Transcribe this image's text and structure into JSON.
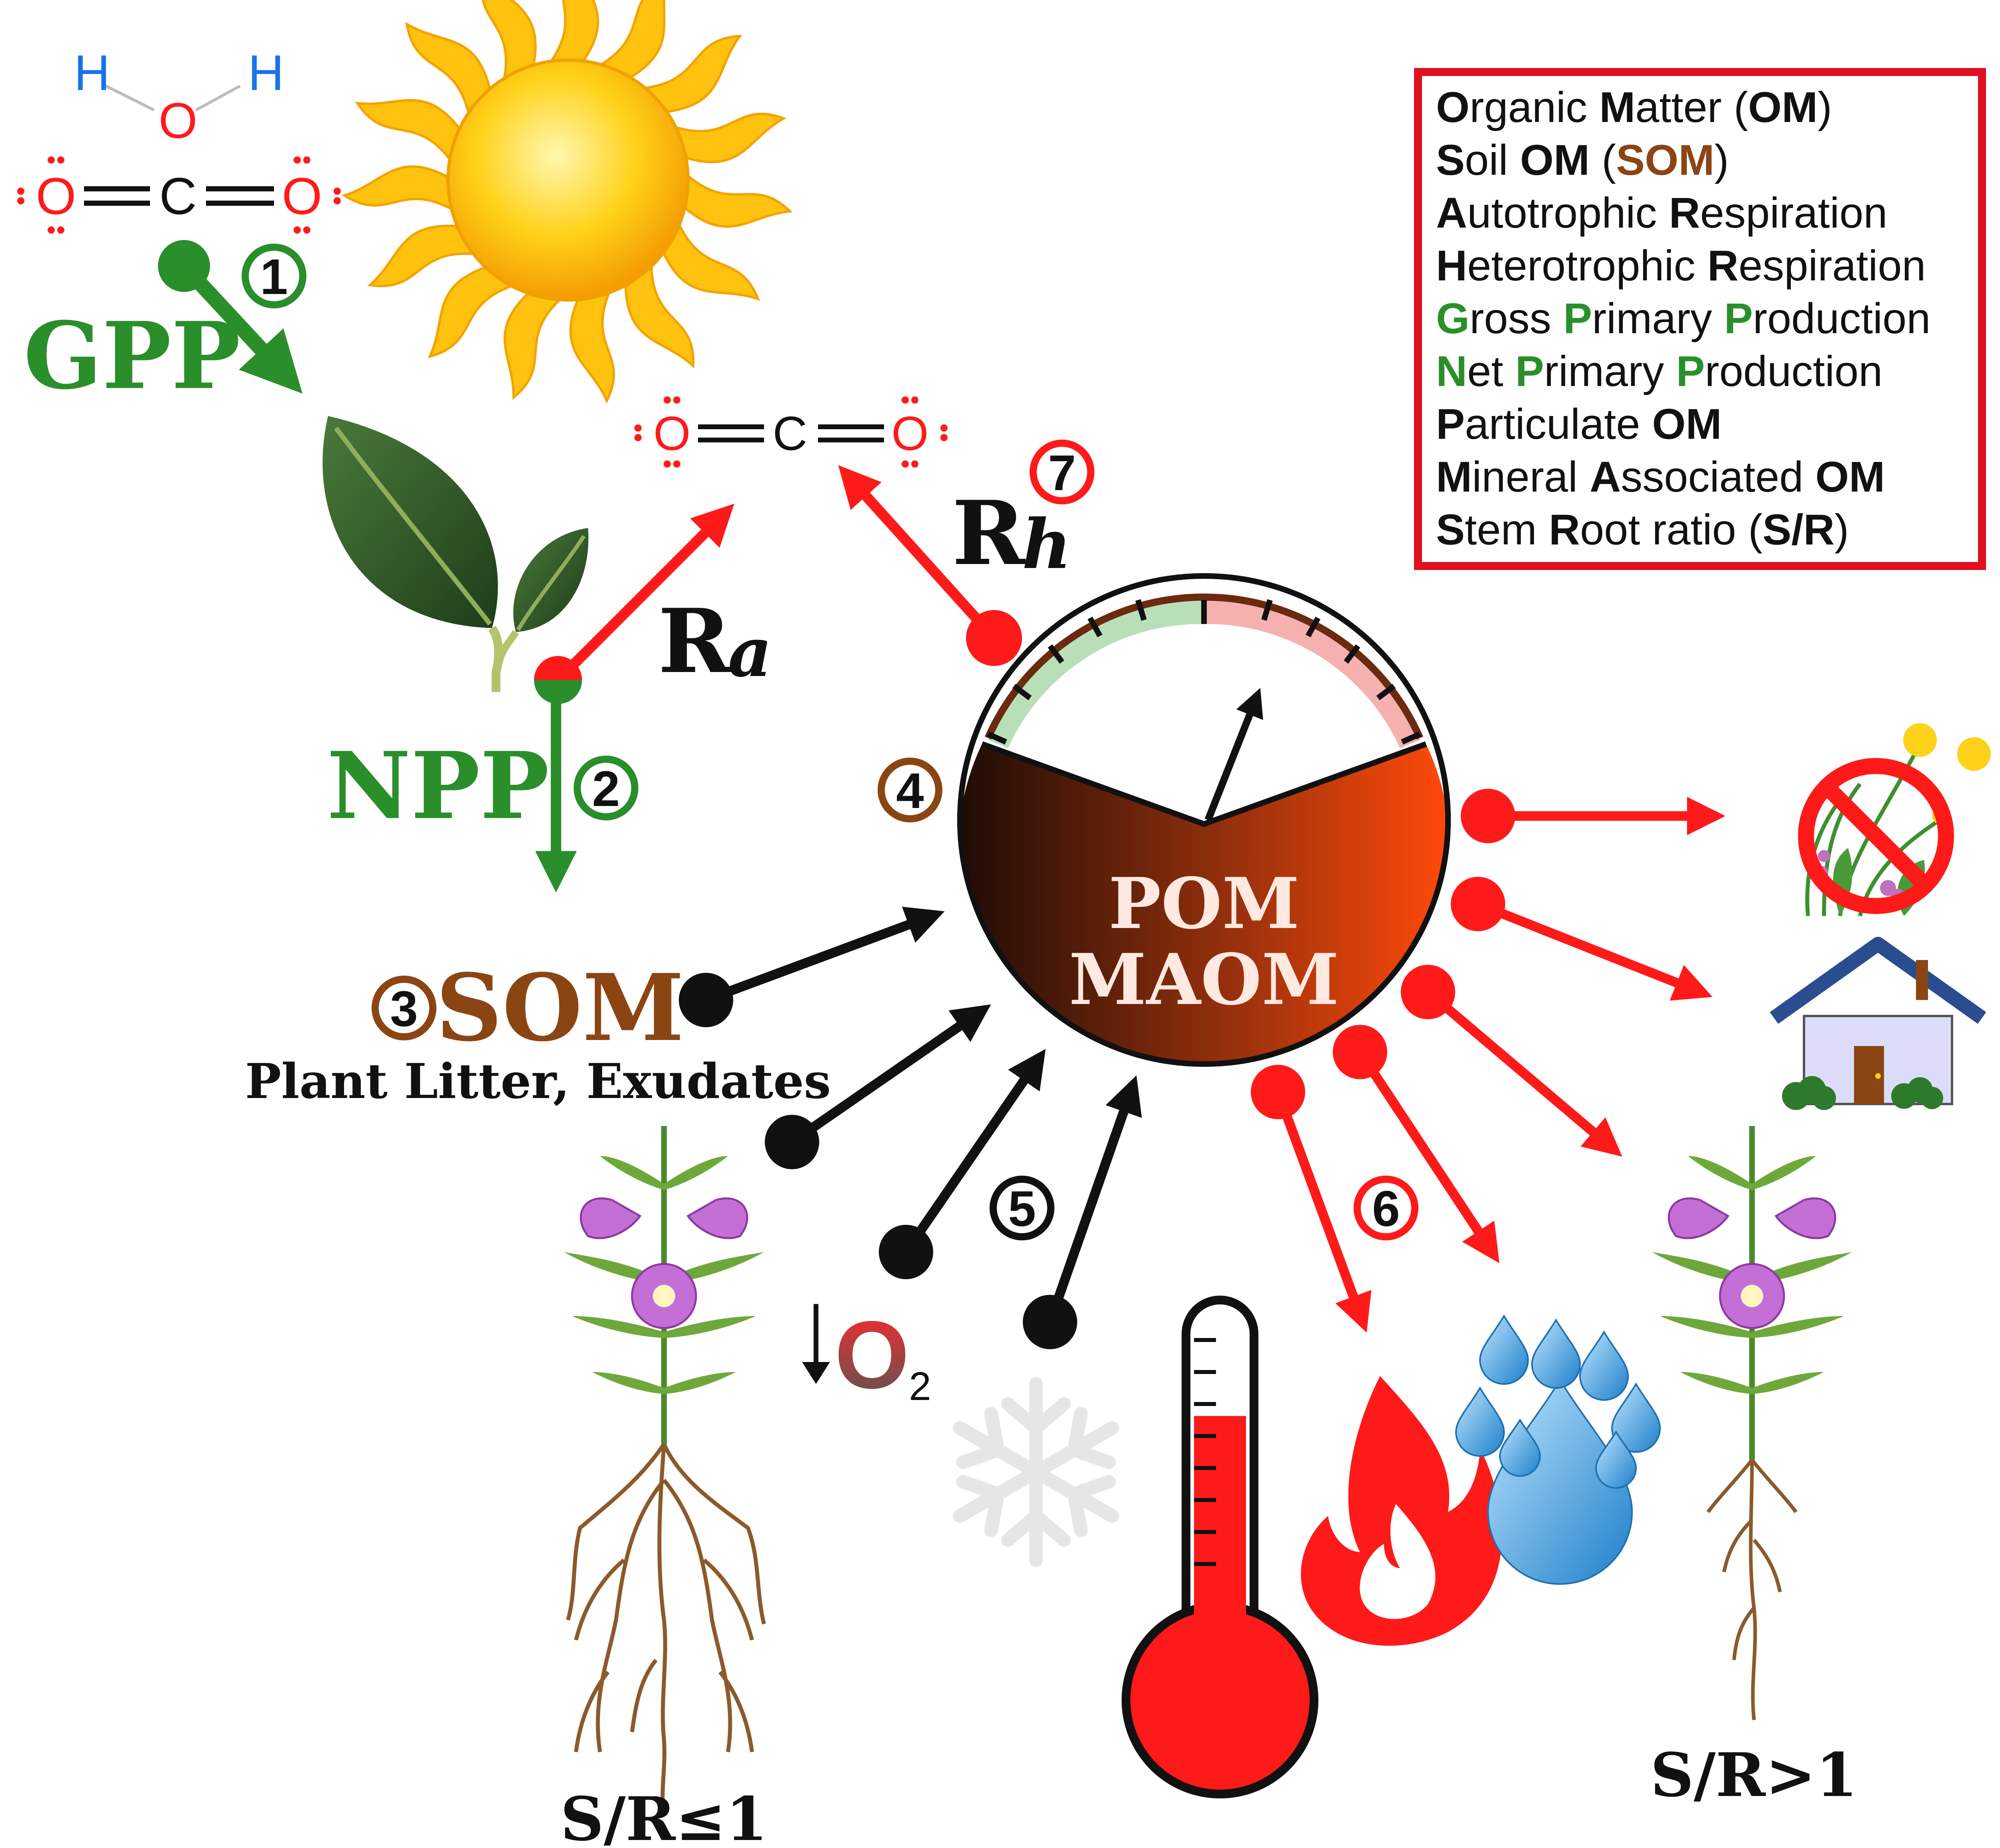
{
  "colors": {
    "green": "#2a8f2a",
    "red": "#ff1a1a",
    "brown": "#8b4513",
    "black": "#111111"
  },
  "molecules": {
    "water": {
      "h_left": "H",
      "o": "O",
      "h_right": "H"
    },
    "co2_top": {
      "o_left": "O",
      "c": "C",
      "o_right": "O"
    },
    "co2_mid": {
      "o_left": "O",
      "c": "C",
      "o_right": "O"
    }
  },
  "labels": {
    "gpp": "GPP",
    "npp": "NPP",
    "som": "SOM",
    "som_sub": "Plant Litter, Exudates",
    "ra_main": "R",
    "ra_sub": "a",
    "rh_main": "R",
    "rh_sub": "h",
    "pom": "POM",
    "maom": "MAOM",
    "sr_left": "S/R≤1",
    "sr_right": "S/R>1",
    "o2_main": "O",
    "o2_sub": "2"
  },
  "step_numbers": [
    "1",
    "2",
    "3",
    "4",
    "5",
    "6",
    "7"
  ],
  "legend": [
    [
      {
        "t": "O",
        "b": true
      },
      {
        "t": "rganic "
      },
      {
        "t": "M",
        "b": true
      },
      {
        "t": "atter ("
      },
      {
        "t": "OM",
        "b": true
      },
      {
        "t": ")"
      }
    ],
    [
      {
        "t": "S",
        "b": true
      },
      {
        "t": "oil "
      },
      {
        "t": "OM",
        "b": true
      },
      {
        "t": " ("
      },
      {
        "t": "SOM",
        "b": true,
        "c": "#8b4513"
      },
      {
        "t": ")"
      }
    ],
    [
      {
        "t": "A",
        "b": true
      },
      {
        "t": "utotrophic "
      },
      {
        "t": "R",
        "b": true
      },
      {
        "t": "espiration"
      }
    ],
    [
      {
        "t": "H",
        "b": true
      },
      {
        "t": "eterotrophic "
      },
      {
        "t": "R",
        "b": true
      },
      {
        "t": "espiration"
      }
    ],
    [
      {
        "t": "G",
        "b": true,
        "c": "#2a8f2a"
      },
      {
        "t": "ross "
      },
      {
        "t": "P",
        "b": true,
        "c": "#2a8f2a"
      },
      {
        "t": "rimary "
      },
      {
        "t": "P",
        "b": true,
        "c": "#2a8f2a"
      },
      {
        "t": "roduction"
      }
    ],
    [
      {
        "t": "N",
        "b": true,
        "c": "#2a8f2a"
      },
      {
        "t": "et "
      },
      {
        "t": "P",
        "b": true,
        "c": "#2a8f2a"
      },
      {
        "t": "rimary "
      },
      {
        "t": "P",
        "b": true,
        "c": "#2a8f2a"
      },
      {
        "t": "roduction"
      }
    ],
    [
      {
        "t": "P",
        "b": true
      },
      {
        "t": "articulate "
      },
      {
        "t": "OM",
        "b": true
      }
    ],
    [
      {
        "t": "M",
        "b": true
      },
      {
        "t": "ineral "
      },
      {
        "t": "A",
        "b": true
      },
      {
        "t": "ssociated "
      },
      {
        "t": "OM",
        "b": true
      }
    ],
    [
      {
        "t": "S",
        "b": true
      },
      {
        "t": "tem "
      },
      {
        "t": "R",
        "b": true
      },
      {
        "t": "oot ratio ("
      },
      {
        "t": "S/R",
        "b": true
      },
      {
        "t": ")"
      }
    ]
  ],
  "icons": [
    "sun-icon",
    "leaf-icon",
    "gauge-icon",
    "flower-plant-icon",
    "snowflake-icon",
    "thermometer-icon",
    "fire-icon",
    "water-drops-icon",
    "house-icon",
    "no-weeds-icon"
  ],
  "gauge": {
    "needle_fraction": 0.62
  }
}
